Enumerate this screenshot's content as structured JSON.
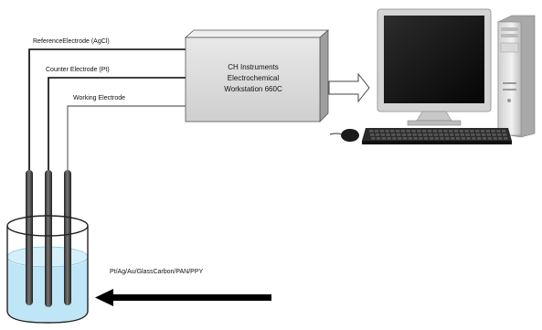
{
  "labels": {
    "reference": "ReferenceElectrode (AgCl)",
    "counter": "Counter Electrode (Pt)",
    "working": "Working Electrode",
    "material": "Pt/Ag/Au/GlassCarbon/PAN/PPY"
  },
  "workstation": {
    "line1": "CH Instruments",
    "line2": "Electrochemical",
    "line3": "Workstation 660C"
  },
  "colors": {
    "wire": "#000000",
    "workingWire": "#888888",
    "box": "#d9d9d9",
    "solution": "#bfe6f7",
    "electrode": "#3a3a3a"
  },
  "icons": {
    "computer": "desktop-computer-icon",
    "beaker": "beaker-icon"
  }
}
